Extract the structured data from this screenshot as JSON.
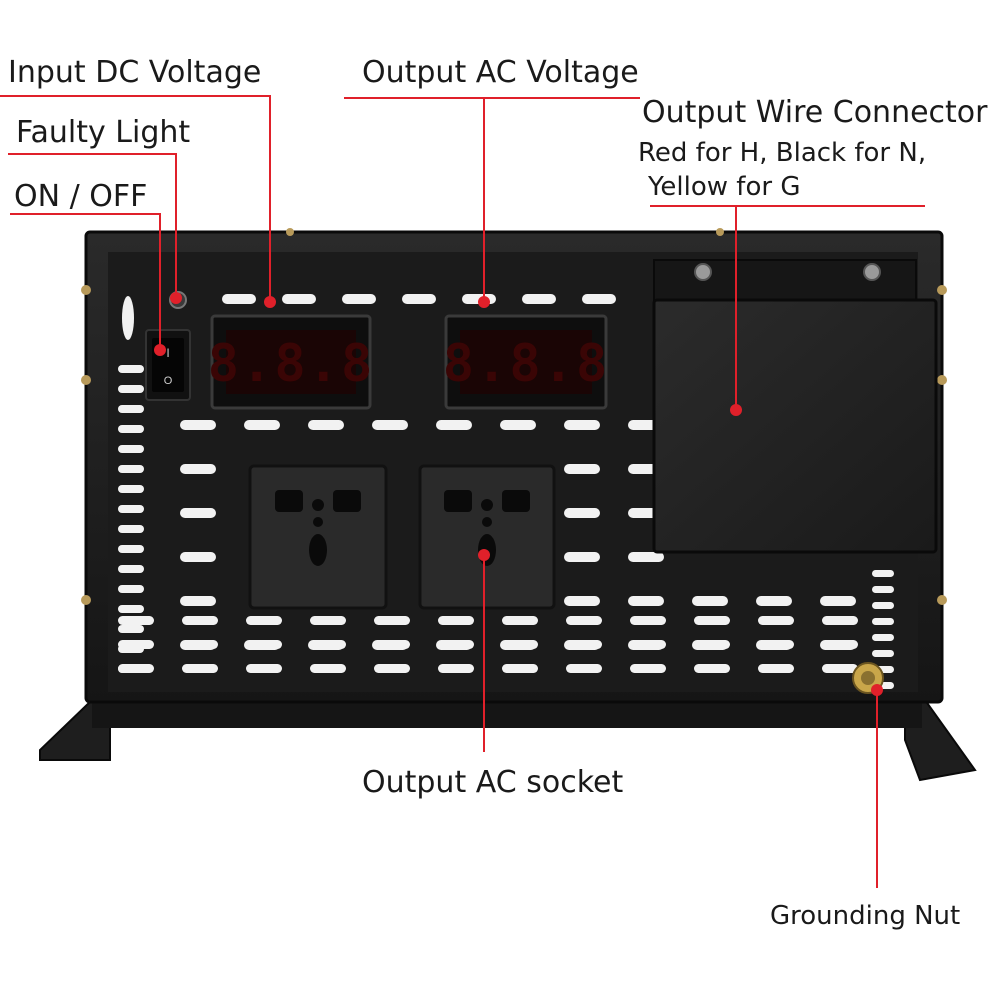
{
  "labels": {
    "input_dc_voltage": "Input DC Voltage",
    "faulty_light": "Faulty Light",
    "on_off": "ON / OFF",
    "output_ac_voltage": "Output AC Voltage",
    "output_wire_connector": "Output Wire Connector",
    "wire_colors_line1": "Red for H, Black for N,",
    "wire_colors_line2": "Yellow for G",
    "output_ac_socket": "Output AC socket",
    "grounding_nut": "Grounding Nut"
  },
  "device": {
    "dc_display": "8.8.8",
    "ac_display": "8.8.8",
    "switch_on_mark": "I",
    "switch_off_mark": "O"
  },
  "colors": {
    "callout_line": "#e0202a",
    "callout_dot": "#e0202a",
    "case": "#1c1c1c",
    "case_edge": "#0a0a0a",
    "vent": "#f2f2f2",
    "display_bg": "#1a0505",
    "label_text": "#1a1a1a"
  }
}
